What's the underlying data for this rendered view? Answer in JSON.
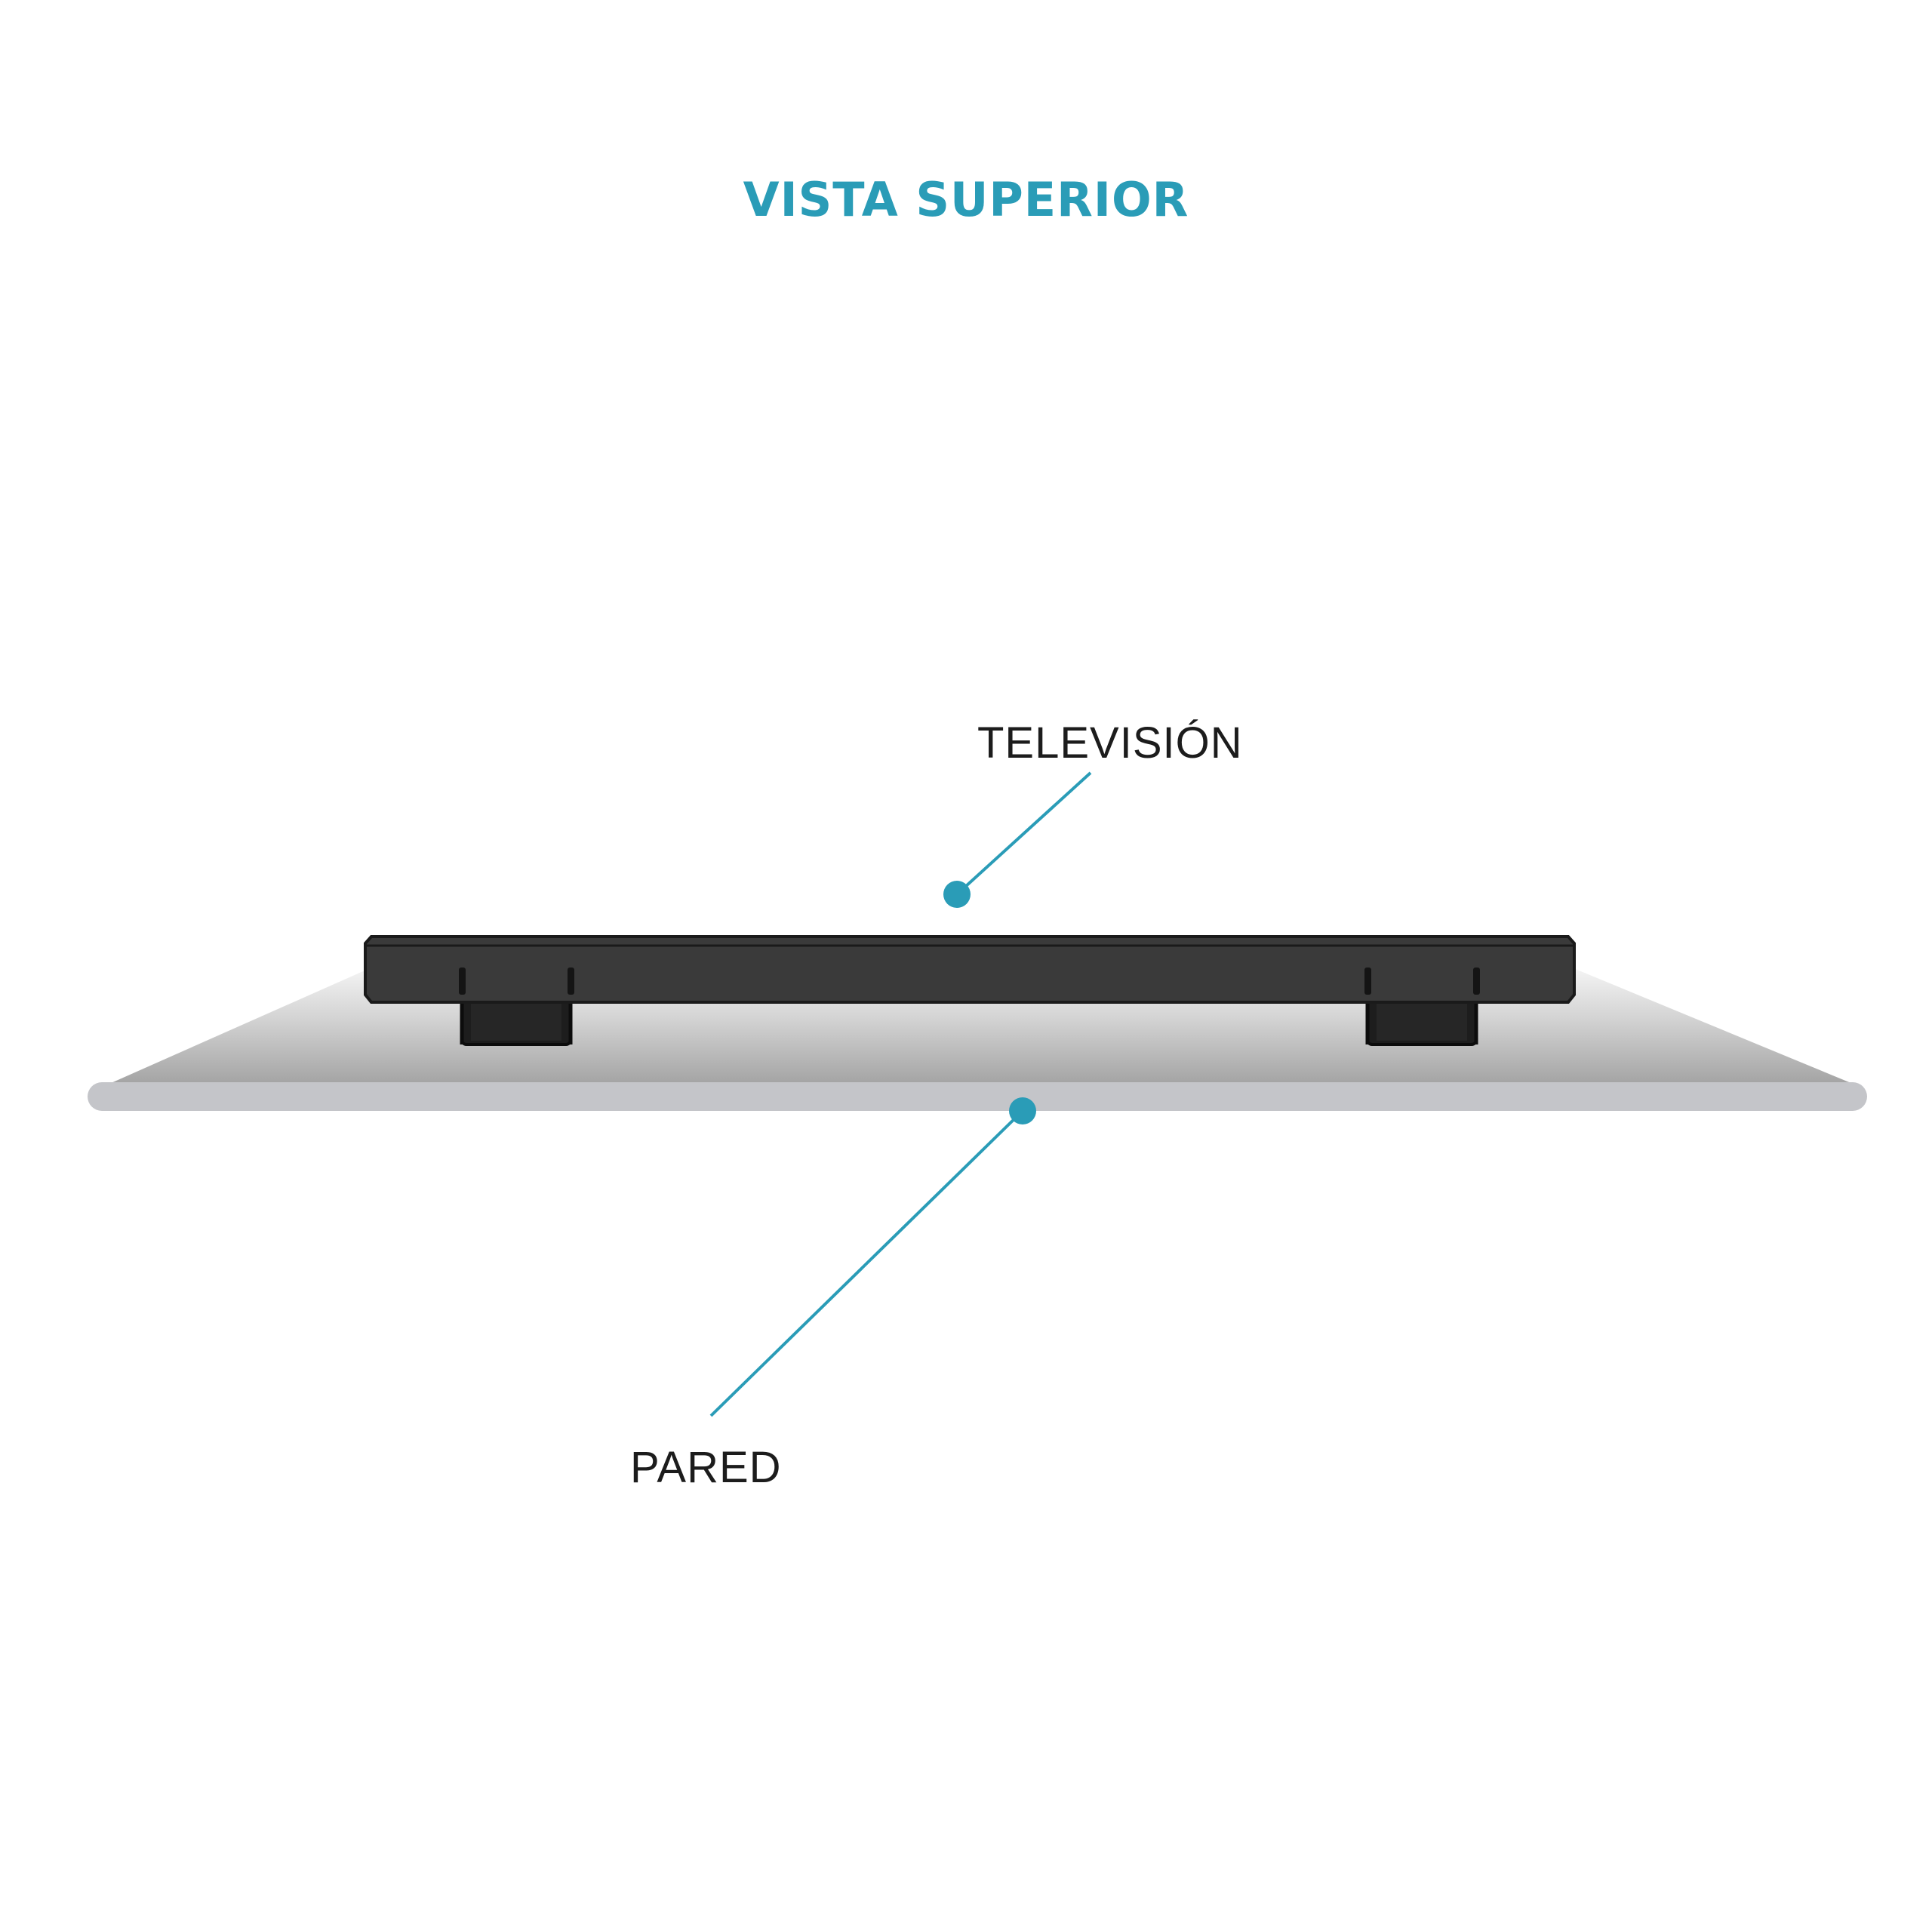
{
  "title": "VISTA SUPERIOR",
  "labels": {
    "tv": "TELEVISIÓN",
    "wall": "PARED"
  },
  "colors": {
    "accent": "#2a9cb7",
    "tv_body": "#3a3a3a",
    "wall": "#c4c5c9",
    "text": "#1c1c1c"
  }
}
